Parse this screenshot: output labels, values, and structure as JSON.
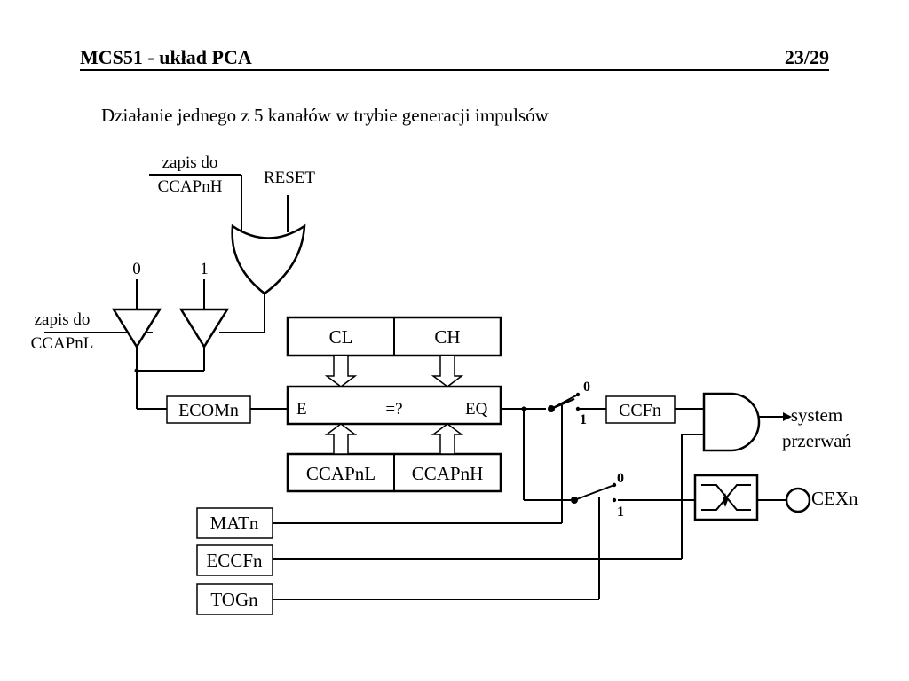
{
  "header": {
    "title": "MCS51 - układ PCA",
    "page": "23/29"
  },
  "subtitle": "Działanie jednego z 5 kanałów w trybie generacji impulsów",
  "labels": {
    "zapis_ccaph_1": "zapis do",
    "zapis_ccaph_2": "CCAPnH",
    "reset": "RESET",
    "in0": "0",
    "in1": "1",
    "zapis_ccapl_1": "zapis do",
    "zapis_ccapl_2": "CCAPnL",
    "cl": "CL",
    "ch": "CH",
    "ecomn": "ECOMn",
    "cmp_e": "E",
    "cmp_eq_sign": "=?",
    "cmp_eq": "EQ",
    "ccapnl": "CCAPnL",
    "ccapnh": "CCAPnH",
    "sw1_0": "0",
    "sw1_1": "1",
    "ccfn": "CCFn",
    "system_1": "system",
    "system_2": "przerwań",
    "sw2_0": "0",
    "sw2_1": "1",
    "cexn": "CEXn",
    "matn": "MATn",
    "eccfn": "ECCFn",
    "togn": "TOGn"
  }
}
